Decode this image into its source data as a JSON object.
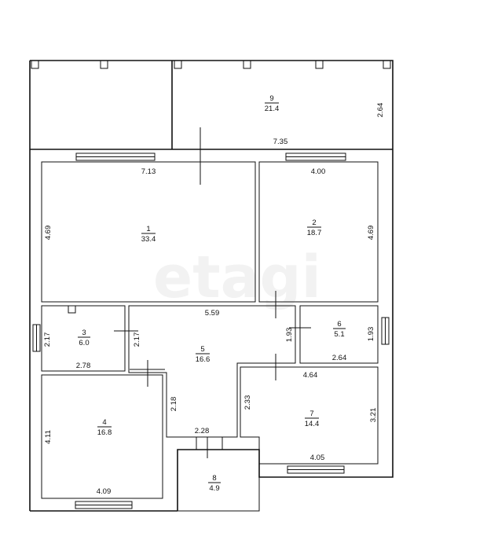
{
  "watermark": "etagi",
  "rooms": [
    {
      "number": "9",
      "area": "21.4",
      "width": "7.35",
      "height": "2.64"
    },
    {
      "number": "1",
      "area": "33.4",
      "width": "7.13",
      "height": "4.69"
    },
    {
      "number": "2",
      "area": "18.7",
      "width": "4.00",
      "height": "4.69"
    },
    {
      "number": "3",
      "area": "6.0",
      "width": "2.78",
      "height": "2.17"
    },
    {
      "number": "5",
      "area": "16.6",
      "width": "5.59",
      "height_left": "2.17",
      "height_right": "1.93",
      "lower_height": "2.18",
      "lower_width": "2.28"
    },
    {
      "number": "6",
      "area": "5.1",
      "width": "2.64",
      "height": "1.93"
    },
    {
      "number": "4",
      "area": "16.8",
      "width": "4.09",
      "height": "4.11"
    },
    {
      "number": "7",
      "area": "14.4",
      "width_top": "4.64",
      "width_bottom": "4.05",
      "height_left": "2.33",
      "height_right": "3.21"
    },
    {
      "number": "8",
      "area": "4.9"
    }
  ]
}
